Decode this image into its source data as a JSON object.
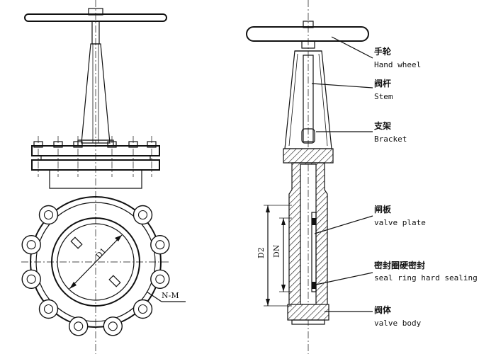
{
  "front_view": {
    "bore_dimension": "D1",
    "bolt_spec": "N-M"
  },
  "side_view": {
    "dim_outer": "D2",
    "dim_nominal": "DN"
  },
  "callouts": [
    {
      "cn": "手轮",
      "en": "Hand wheel"
    },
    {
      "cn": "阀杆",
      "en": "Stem"
    },
    {
      "cn": "支架",
      "en": "Bracket"
    },
    {
      "cn": "闸板",
      "en": "valve plate"
    },
    {
      "cn": "密封圈硬密封",
      "en": "seal ring hard sealing"
    },
    {
      "cn": "阀体",
      "en": "valve body"
    }
  ]
}
